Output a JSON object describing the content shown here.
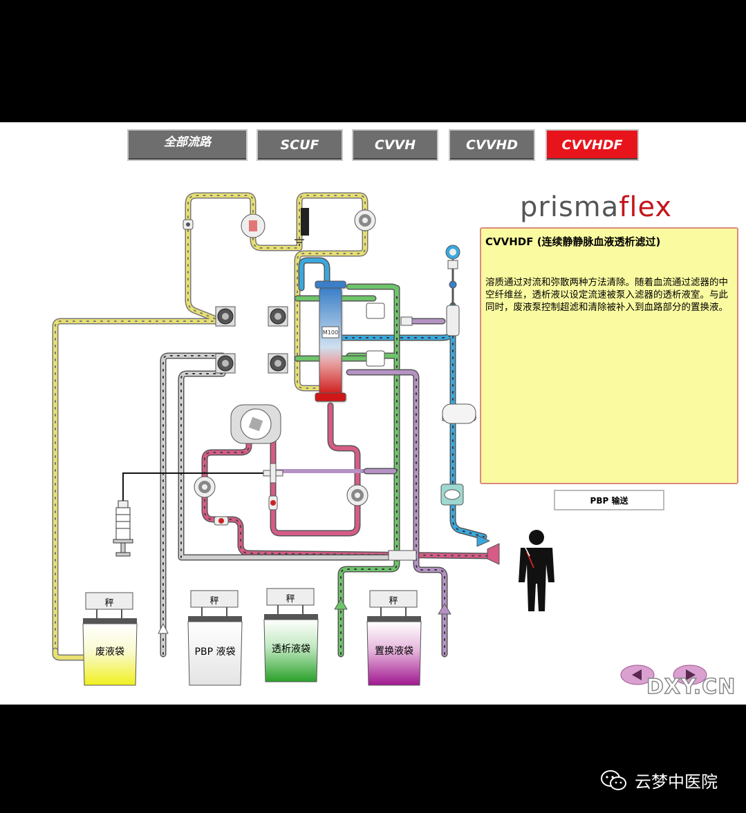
{
  "buttons": {
    "all_circuits": "全部流路",
    "scuf": "SCUF",
    "cvvh": "CVVH",
    "cvvhd": "CVVHD",
    "cvvhdf": "CVVHDF"
  },
  "active_mode": "CVVHDF",
  "logo": {
    "part1": "prisma",
    "part2": "flex"
  },
  "info": {
    "title": "CVVHDF (连续静静脉血液透析滤过)",
    "body": "溶质通过对流和弥散两种方法清除。随着血流通过滤器的中空纤维丝，透析液以设定流速被泵入滤器的透析液室。与此同时，废液泵控制超滤和清除被补入到血路部分的置换液。"
  },
  "pbp_button": "PBP 输送",
  "filter_label": "M100",
  "scale_label": "秤",
  "bags": {
    "waste": "废液袋",
    "pbp": "PBP 液袋",
    "dialysate": "透析液袋",
    "replacement": "置换液袋"
  },
  "watermark": "DXY.CN",
  "hospital": "云梦中医院",
  "colors": {
    "yellow_line": "#e8e070",
    "pink_line": "#d65b87",
    "blue_line": "#3aa8de",
    "green_line": "#6ec46a",
    "purple_line": "#b592c4",
    "gray_line": "#c8c8c8",
    "active": "#e8141c",
    "info_bg": "#fafaa0"
  }
}
